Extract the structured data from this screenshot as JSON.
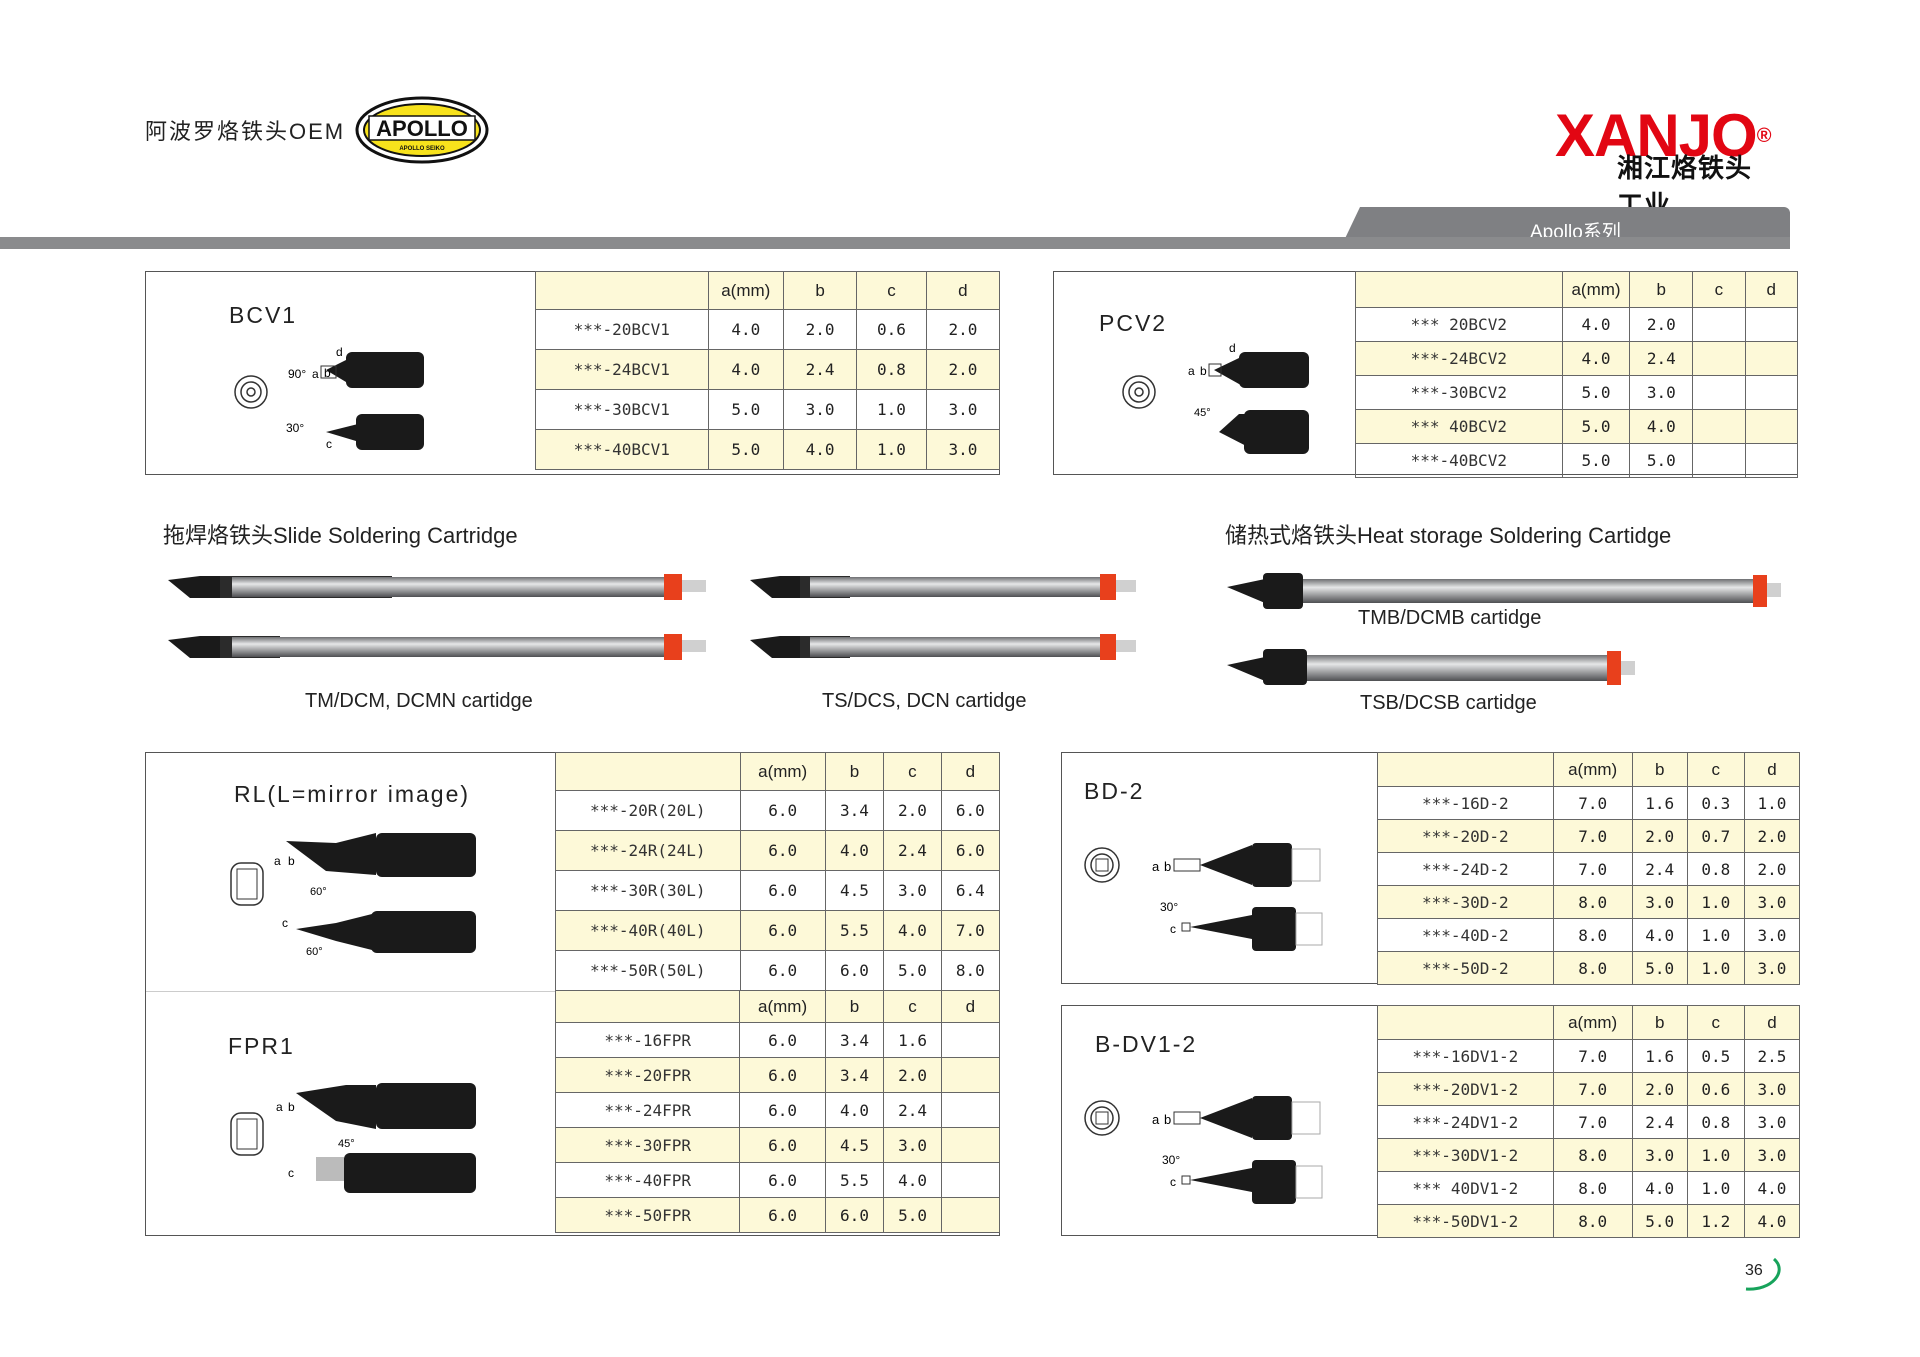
{
  "header": {
    "left_text": "阿波罗烙铁头OEM",
    "apollo_logo": "APOLLO",
    "apollo_sub": "APOLLO SEIKO",
    "brand": "XANJO",
    "brand_sub": "湘江烙铁头工业",
    "series_tab": "Apollo系列"
  },
  "columns": [
    "a(mm)",
    "b",
    "c",
    "d"
  ],
  "bcv1": {
    "title": "BCV1",
    "rows": [
      [
        "***-20BCV1",
        "4.0",
        "2.0",
        "0.6",
        "2.0"
      ],
      [
        "***-24BCV1",
        "4.0",
        "2.4",
        "0.8",
        "2.0"
      ],
      [
        "***-30BCV1",
        "5.0",
        "3.0",
        "1.0",
        "3.0"
      ],
      [
        "***-40BCV1",
        "5.0",
        "4.0",
        "1.0",
        "3.0"
      ]
    ]
  },
  "pcv2": {
    "title": "PCV2",
    "rows": [
      [
        "*** 20BCV2",
        "4.0",
        "2.0",
        "",
        ""
      ],
      [
        "***-24BCV2",
        "4.0",
        "2.4",
        "",
        ""
      ],
      [
        "***-30BCV2",
        "5.0",
        "3.0",
        "",
        ""
      ],
      [
        "*** 40BCV2",
        "5.0",
        "4.0",
        "",
        ""
      ],
      [
        "***-40BCV2",
        "5.0",
        "5.0",
        "",
        ""
      ]
    ]
  },
  "slide": {
    "heading": "拖焊烙铁头Slide Soldering Cartridge",
    "cap1": "TM/DCM, DCMN cartidge",
    "cap2": "TS/DCS, DCN cartidge"
  },
  "heat": {
    "heading": "储热式烙铁头Heat storage Soldering Cartidge",
    "cap1": "TMB/DCMB cartidge",
    "cap2": "TSB/DCSB cartidge"
  },
  "rl": {
    "title": "RL(L=mirror image)",
    "rows": [
      [
        "***-20R(20L)",
        "6.0",
        "3.4",
        "2.0",
        "6.0"
      ],
      [
        "***-24R(24L)",
        "6.0",
        "4.0",
        "2.4",
        "6.0"
      ],
      [
        "***-30R(30L)",
        "6.0",
        "4.5",
        "3.0",
        "6.4"
      ],
      [
        "***-40R(40L)",
        "6.0",
        "5.5",
        "4.0",
        "7.0"
      ],
      [
        "***-50R(50L)",
        "6.0",
        "6.0",
        "5.0",
        "8.0"
      ]
    ]
  },
  "fpr1": {
    "title": "FPR1",
    "rows": [
      [
        "***-16FPR",
        "6.0",
        "3.4",
        "1.6",
        ""
      ],
      [
        "***-20FPR",
        "6.0",
        "3.4",
        "2.0",
        ""
      ],
      [
        "***-24FPR",
        "6.0",
        "4.0",
        "2.4",
        ""
      ],
      [
        "***-30FPR",
        "6.0",
        "4.5",
        "3.0",
        ""
      ],
      [
        "***-40FPR",
        "6.0",
        "5.5",
        "4.0",
        ""
      ],
      [
        "***-50FPR",
        "6.0",
        "6.0",
        "5.0",
        ""
      ]
    ]
  },
  "bd2": {
    "title": "BD-2",
    "rows": [
      [
        "***-16D-2",
        "7.0",
        "1.6",
        "0.3",
        "1.0"
      ],
      [
        "***-20D-2",
        "7.0",
        "2.0",
        "0.7",
        "2.0"
      ],
      [
        "***-24D-2",
        "7.0",
        "2.4",
        "0.8",
        "2.0"
      ],
      [
        "***-30D-2",
        "8.0",
        "3.0",
        "1.0",
        "3.0"
      ],
      [
        "***-40D-2",
        "8.0",
        "4.0",
        "1.0",
        "3.0"
      ],
      [
        "***-50D-2",
        "8.0",
        "5.0",
        "1.0",
        "3.0"
      ]
    ]
  },
  "bdv12": {
    "title": "B-DV1-2",
    "rows": [
      [
        "***-16DV1-2",
        "7.0",
        "1.6",
        "0.5",
        "2.5"
      ],
      [
        "***-20DV1-2",
        "7.0",
        "2.0",
        "0.6",
        "3.0"
      ],
      [
        "***-24DV1-2",
        "7.0",
        "2.4",
        "0.8",
        "3.0"
      ],
      [
        "***-30DV1-2",
        "8.0",
        "3.0",
        "1.0",
        "3.0"
      ],
      [
        "*** 40DV1-2",
        "8.0",
        "4.0",
        "1.0",
        "4.0"
      ],
      [
        "***-50DV1-2",
        "8.0",
        "5.0",
        "1.2",
        "4.0"
      ]
    ]
  },
  "diagram_labels": {
    "a": "a",
    "b": "b",
    "c": "c",
    "d": "d",
    "deg90": "90°",
    "deg30": "30°",
    "deg45": "45°",
    "deg60": "60°"
  },
  "page_number": "36",
  "colors": {
    "accent_red": "#e20613",
    "yellow_row": "#fdf9d8",
    "grey_bar": "#8a8b8d",
    "heater_red": "#e8401c"
  }
}
